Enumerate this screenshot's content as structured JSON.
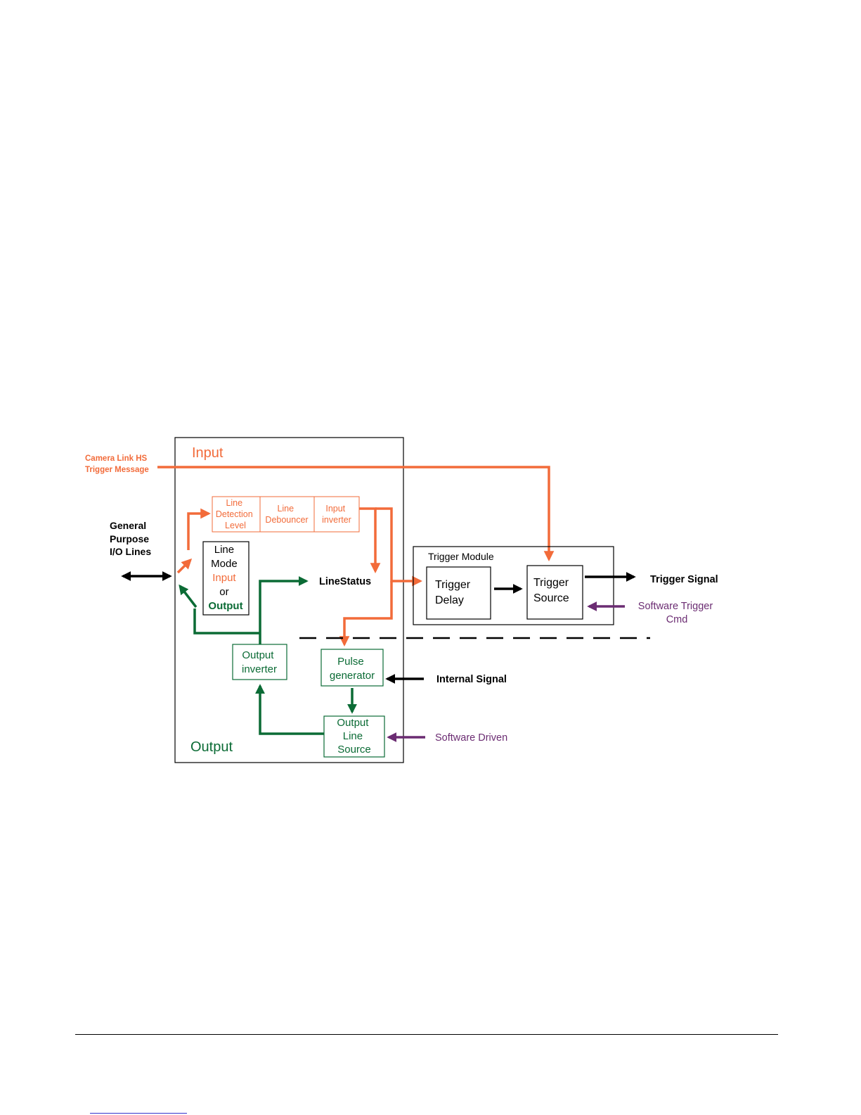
{
  "colors": {
    "orange": "#f26b3a",
    "green": "#0b6b35",
    "purple": "#6b2c72",
    "black": "#000000"
  },
  "sections": {
    "input": "Input",
    "output": "Output"
  },
  "inputs": {
    "clhs_line1": "Camera Link HS",
    "clhs_line2": "Trigger Message",
    "gpio_line1": "General",
    "gpio_line2": "Purpose",
    "gpio_line3": "I/O Lines",
    "internal_signal": "Internal Signal",
    "software_driven": "Software Driven",
    "software_trigger_line1": "Software Trigger",
    "software_trigger_line2": "Cmd"
  },
  "blocks": {
    "line_detection": [
      "Line",
      "Detection",
      "Level"
    ],
    "line_debouncer": [
      "Line",
      "Debouncer"
    ],
    "input_inverter": [
      "Input",
      "inverter"
    ],
    "line_mode": {
      "line1": "Line",
      "line2": "Mode",
      "input": "Input",
      "or": "or",
      "output": "Output"
    },
    "line_status": "LineStatus",
    "trigger_module": "Trigger Module",
    "trigger_delay": [
      "Trigger",
      "Delay"
    ],
    "trigger_source": [
      "Trigger",
      "Source"
    ],
    "output_inverter": [
      "Output",
      "inverter"
    ],
    "pulse_generator": [
      "Pulse",
      "generator"
    ],
    "output_line_source": [
      "Output",
      "Line",
      "Source"
    ]
  },
  "outputs": {
    "trigger_signal": "Trigger Signal"
  }
}
